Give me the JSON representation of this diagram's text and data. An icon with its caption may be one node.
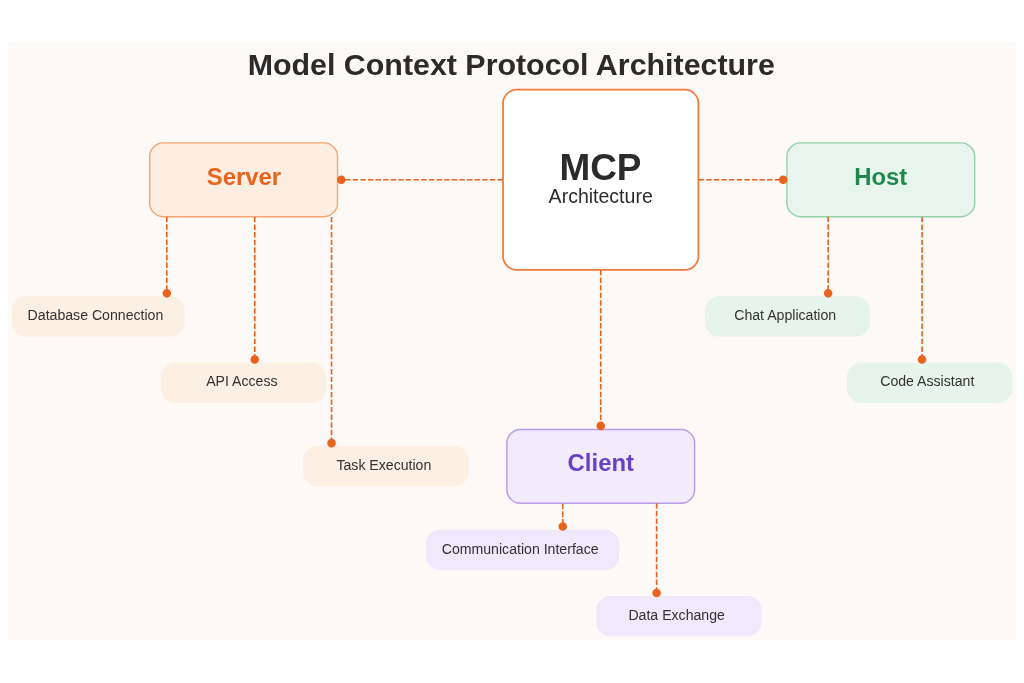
{
  "diagram": {
    "title": "Model Context Protocol Architecture",
    "nodes": [
      {
        "text": [
          "Server"
        ]
      },
      {
        "text": [
          "MCP",
          "Architecture"
        ]
      },
      {
        "text": [
          "Host"
        ]
      },
      {
        "text": [
          "Database Connection"
        ]
      },
      {
        "text": [
          "Chat Application"
        ]
      },
      {
        "text": [
          "API Access"
        ]
      },
      {
        "text": [
          "Code Assistant"
        ]
      },
      {
        "text": [
          "Task Execution"
        ]
      },
      {
        "text": [
          "Client"
        ]
      },
      {
        "text": [
          "Communication Interface"
        ]
      },
      {
        "text": [
          "Data Exchange"
        ]
      }
    ],
    "edges": [
      {
        "from": 1,
        "to": 0,
        "arrow": "other",
        "style": "dashed"
      },
      {
        "from": 1,
        "to": 2,
        "arrow": "other",
        "style": "dashed"
      },
      {
        "from": 1,
        "to": 8,
        "arrow": "other",
        "style": "dashed"
      },
      {
        "from": 0,
        "to": 3,
        "arrow": "other",
        "style": "dashed"
      },
      {
        "from": 0,
        "to": 5,
        "arrow": "other",
        "style": "dashed"
      },
      {
        "from": 0,
        "to": 7,
        "arrow": "other",
        "style": "dashed"
      },
      {
        "from": 2,
        "to": 4,
        "arrow": "other",
        "style": "dashed"
      },
      {
        "from": 2,
        "to": 6,
        "arrow": "other",
        "style": "dashed"
      },
      {
        "from": 8,
        "to": 9,
        "arrow": "other",
        "style": "dashed"
      },
      {
        "from": 8,
        "to": 10,
        "arrow": "other",
        "style": "dashed"
      }
    ]
  }
}
